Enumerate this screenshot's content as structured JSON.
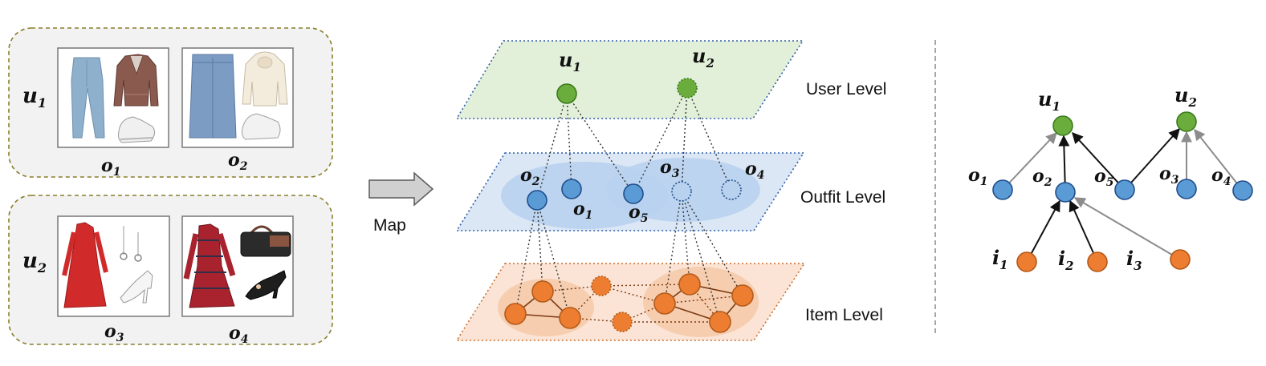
{
  "users": {
    "u1": {
      "letter": "u",
      "sub": "1"
    },
    "u2": {
      "letter": "u",
      "sub": "2"
    }
  },
  "outfits": {
    "o1": {
      "letter": "o",
      "sub": "1"
    },
    "o2": {
      "letter": "o",
      "sub": "2"
    },
    "o3": {
      "letter": "o",
      "sub": "3"
    },
    "o4": {
      "letter": "o",
      "sub": "4"
    },
    "o5": {
      "letter": "o",
      "sub": "5"
    }
  },
  "items": {
    "i1": {
      "letter": "i",
      "sub": "1"
    },
    "i2": {
      "letter": "i",
      "sub": "2"
    },
    "i3": {
      "letter": "i",
      "sub": "3"
    }
  },
  "arrow_label": "Map",
  "levels": {
    "user": "User Level",
    "outfit": "Outfit Level",
    "item": "Item Level"
  },
  "colors": {
    "user_node": "#6aad3d",
    "outfit_node": "#5b9bd5",
    "item_node": "#ed7d31",
    "user_plane": "#e2efd9",
    "outfit_plane": "#dbe7f5",
    "item_plane": "#fbe4d5",
    "panel_bg": "#f2f2f2",
    "panel_border": "#8a7d2a"
  }
}
